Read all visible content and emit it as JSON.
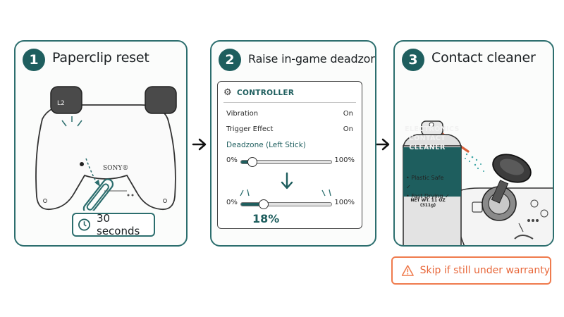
{
  "steps": [
    {
      "number": "1",
      "title": "Paperclip reset"
    },
    {
      "number": "2",
      "title": "Raise in-game deadzone"
    },
    {
      "number": "3",
      "title": "Contact cleaner"
    }
  ],
  "controller": {
    "brand": "SONY®",
    "trigger_left": "L2"
  },
  "timer": {
    "label": "30 seconds"
  },
  "settings": {
    "header": "CONTROLLER",
    "rows": [
      {
        "label": "Vibration",
        "value": "On"
      },
      {
        "label": "Trigger Effect",
        "value": "On"
      }
    ],
    "deadzone_label": "Deadzone (Left Stick)",
    "slider_before": {
      "min_label": "0%",
      "max_label": "100%",
      "value_fraction": 0.12
    },
    "slider_after": {
      "min_label": "0%",
      "max_label": "100%",
      "value_fraction": 0.24
    },
    "result_value": "18%"
  },
  "can": {
    "label_lines": [
      "ELECTRONICS",
      "CONTACT",
      "CLEANER"
    ],
    "features": [
      "• Plastic Safe ✓",
      "• Fast Drying ✓"
    ],
    "net_weight": "NET WT. 11 OZ (311g)"
  },
  "warning": {
    "text": "Skip if still under warranty"
  },
  "colors": {
    "teal": "#2c6e6e",
    "dark_teal": "#1e5e5e",
    "warning": "#ef7b4d",
    "nozzle": "#d8603a"
  },
  "icons": [
    "clock-icon",
    "gear-icon",
    "warning-icon",
    "arrow-right-icon",
    "arrow-down-icon"
  ]
}
